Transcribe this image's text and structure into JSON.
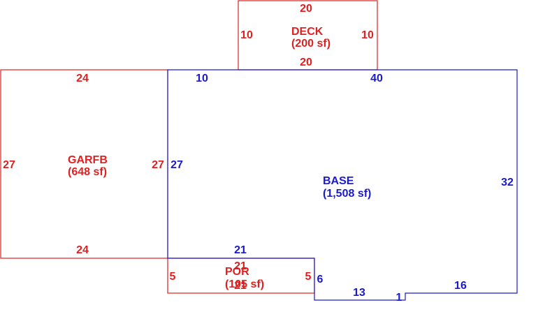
{
  "colors": {
    "red": "#e02020",
    "blue": "#1a1acc",
    "background": "#ffffff"
  },
  "areas": {
    "deck": {
      "name": "DECK",
      "area": "(200 sf)",
      "dims": {
        "top": "20",
        "left": "10",
        "right": "10",
        "bottom": "20"
      }
    },
    "garfb": {
      "name": "GARFB",
      "area": "(648 sf)",
      "dims": {
        "top": "24",
        "left": "27",
        "right": "27",
        "bottom": "24"
      }
    },
    "base": {
      "name": "BASE",
      "area": "(1,508 sf)",
      "dims": {
        "top_left": "10",
        "top": "40",
        "left": "27",
        "right": "32",
        "inner_top": "21",
        "step_side": "6",
        "bottom_mid": "13",
        "notch": "1",
        "bottom_right": "16"
      }
    },
    "por": {
      "name": "POR",
      "area": "(105 sf)",
      "dims": {
        "top": "21",
        "left": "5",
        "right": "5",
        "bottom": "21"
      }
    }
  }
}
